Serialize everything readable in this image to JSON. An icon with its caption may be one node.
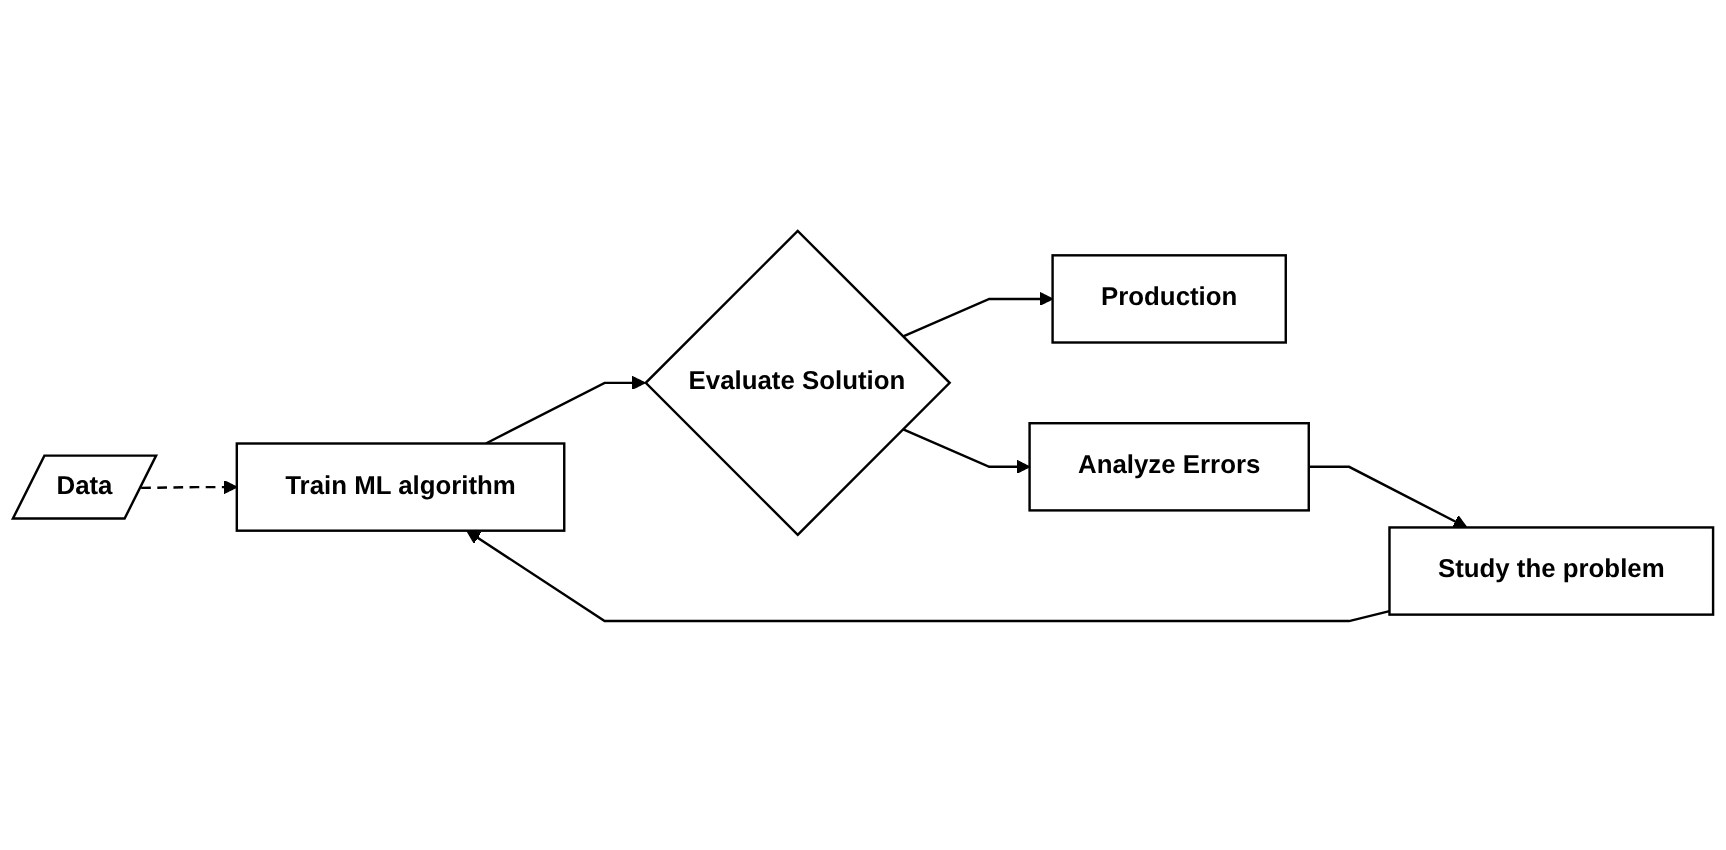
{
  "diagram": {
    "nodes": [
      {
        "text": [
          "Data"
        ]
      },
      {
        "text": [
          "Production"
        ]
      },
      {
        "text": [
          "Study the problem"
        ]
      },
      {
        "text": [
          "Train ML algorithm"
        ]
      },
      {
        "text": [
          "Evaluate Solution"
        ]
      },
      {
        "text": [
          "Analyze Errors"
        ]
      }
    ],
    "edges": [
      {
        "from": 0,
        "to": 3,
        "arrow": "to",
        "style": "dashed"
      },
      {
        "from": 2,
        "to": 3,
        "arrow": "to"
      },
      {
        "from": 3,
        "to": 4,
        "arrow": "to"
      },
      {
        "from": 4,
        "to": 1,
        "arrow": "to"
      },
      {
        "from": 4,
        "to": 5,
        "arrow": "to"
      },
      {
        "from": 5,
        "to": 2,
        "arrow": "to"
      }
    ]
  }
}
